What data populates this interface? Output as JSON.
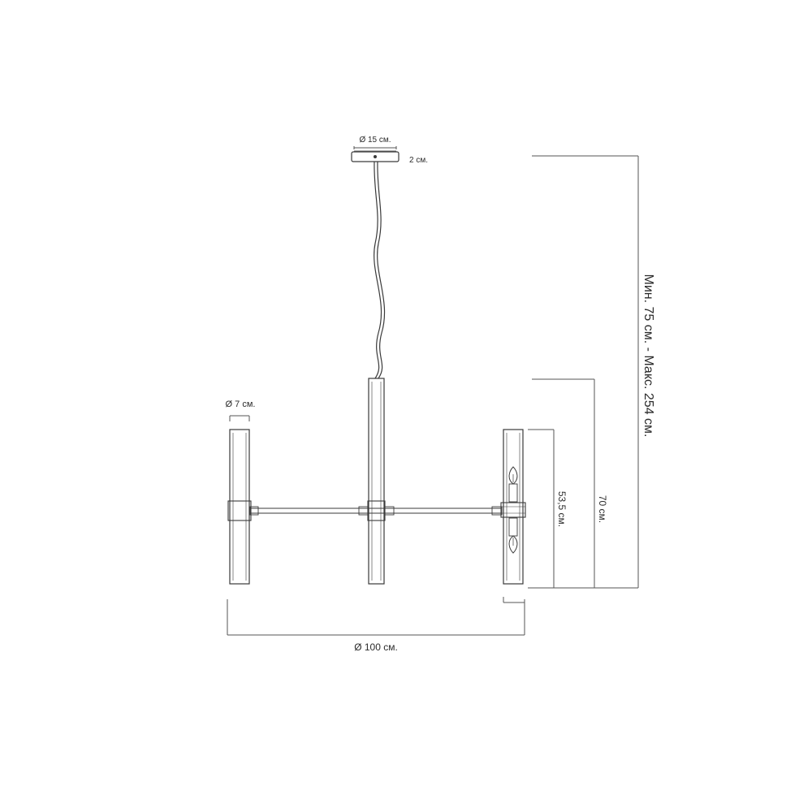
{
  "dimensions": {
    "canopy_diameter": "Ø 15 см.",
    "canopy_height": "2 см.",
    "tube_diameter": "Ø 7 см.",
    "overall_diameter": "Ø 100 см.",
    "tube_length": "53,5 см.",
    "body_height": "70 см.",
    "total_height": "Мин. 75 см. - Макс. 254 см."
  },
  "colors": {
    "line": "#3a3a3a",
    "dimension_line": "#555555",
    "text": "#2b2b2b",
    "background": "#ffffff"
  }
}
